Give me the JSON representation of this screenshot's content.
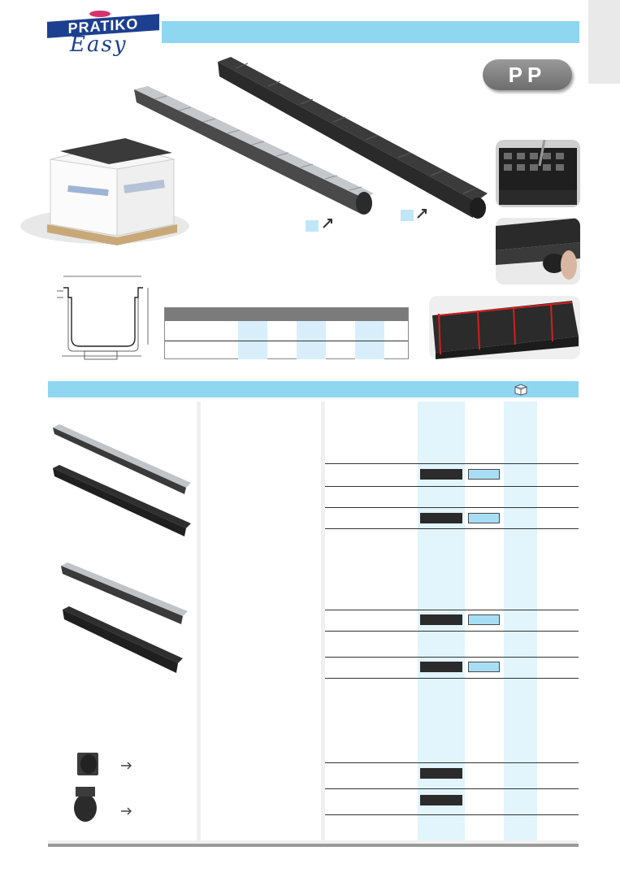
{
  "brand": {
    "name": "PRATIKO",
    "sub": "Easy"
  },
  "header": {
    "badge": "PP"
  },
  "colors": {
    "accent": "#8fd6f1",
    "brand_blue": "#1d3f8f",
    "stripe": "#e2f4fc",
    "dark": "#2b2b2b"
  },
  "icons": {
    "section": "package-box-icon",
    "arrows": "arrow-up-right-icon"
  }
}
